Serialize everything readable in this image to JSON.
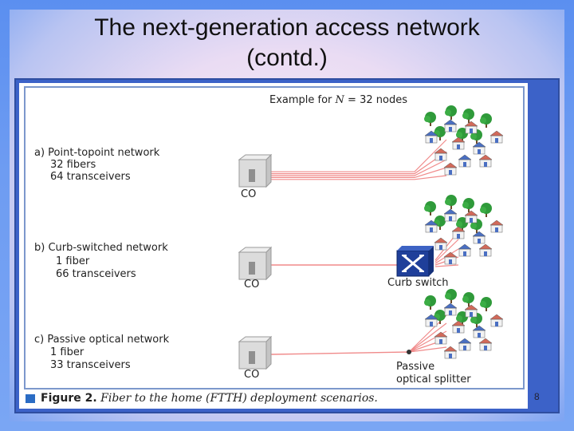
{
  "slide": {
    "title_line1": "The next-generation access network",
    "title_line2": "(contd.)",
    "page_number": "8"
  },
  "figure": {
    "header_prefix": "Example for ",
    "header_N": "N",
    "header_suffix": " = 32 nodes",
    "scenarios": [
      {
        "title": "a) Point-topoint network",
        "line1": "32 fibers",
        "line2": "64 transceivers",
        "co": "CO"
      },
      {
        "title": "b) Curb-switched network",
        "line1": "1 fiber",
        "line2": "66 transceivers",
        "co": "CO",
        "device": "Curb switch"
      },
      {
        "title": "c) Passive optical network",
        "line1": "1 fiber",
        "line2": "33 transceivers",
        "co": "CO",
        "device_line1": "Passive",
        "device_line2": "optical splitter"
      }
    ],
    "caption_label": "Figure 2.",
    "caption_text": "Fiber to the home (FTTH) deployment scenarios."
  },
  "colors": {
    "fiber": "#f08a8a",
    "tree_green": "#2f9a3a",
    "house_roof": "#d26a5a",
    "switch_blue": "#1f3f9a"
  }
}
